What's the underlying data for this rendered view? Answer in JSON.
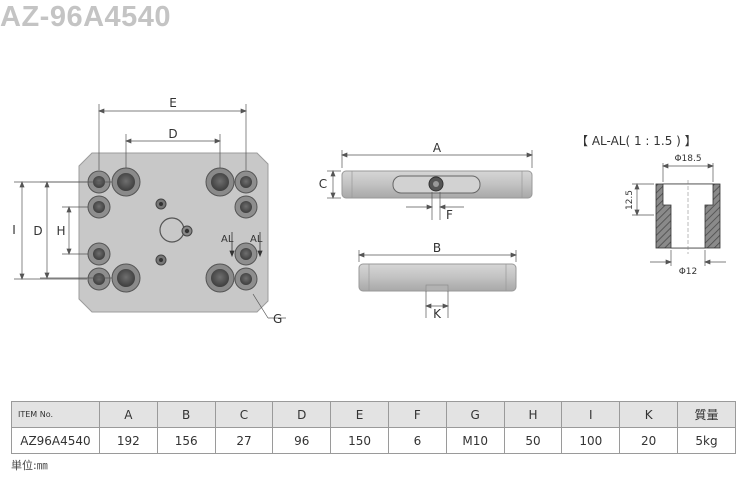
{
  "title": "AZ-96A4540",
  "drawing": {
    "labels": {
      "E": "E",
      "D": "D",
      "I": "I",
      "H": "H",
      "G": "G",
      "AL": "AL",
      "A": "A",
      "B": "B",
      "C": "C",
      "F": "F",
      "K": "K"
    },
    "section_title": "【 AL-AL( 1 : 1.5 ) 】",
    "section_dims": {
      "top_dia": "Φ18.5",
      "bottom_dia": "Φ12",
      "height": "12.5"
    }
  },
  "table": {
    "headers": [
      "ITEM No.",
      "A",
      "B",
      "C",
      "D",
      "E",
      "F",
      "G",
      "H",
      "I",
      "K",
      "質量"
    ],
    "row": [
      "AZ96A4540",
      "192",
      "156",
      "27",
      "96",
      "150",
      "6",
      "M10",
      "50",
      "100",
      "20",
      "5kg"
    ]
  },
  "unit_note": "単位:㎜"
}
